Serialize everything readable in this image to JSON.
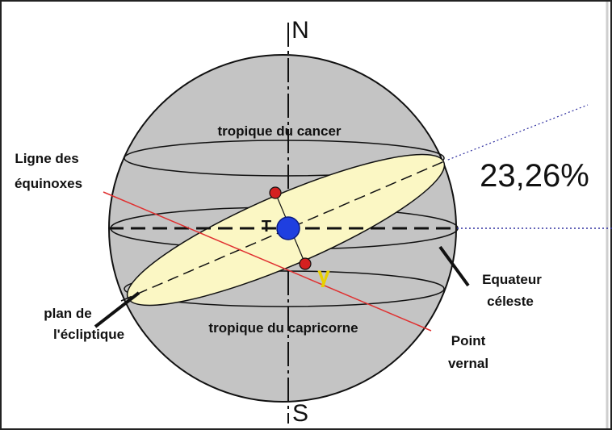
{
  "diagram": {
    "labels": {
      "north": "N",
      "south": "S",
      "earth": "T",
      "vernal_symbol": "γ",
      "angle": "23,26%",
      "tropic_cancer": "tropique du cancer",
      "tropic_capricorn": "tropique du capricorne",
      "equinox_line": [
        "Ligne des",
        "équinoxes"
      ],
      "ecliptic_plane": [
        "plan de",
        "l'écliptique"
      ],
      "celestial_equator": [
        "Equateur",
        "céleste"
      ],
      "vernal_point": [
        "Point",
        "vernal"
      ]
    },
    "colors": {
      "sphere_fill": "#c4c4c4",
      "ecliptic_fill": "#fbf7c4",
      "earth": "#1f3fe0",
      "node_points": "#d42020",
      "equinox_line": "#e03030",
      "dotted_lines": "#3030a0",
      "vernal_symbol": "#e8d000",
      "outline": "#111111"
    }
  }
}
